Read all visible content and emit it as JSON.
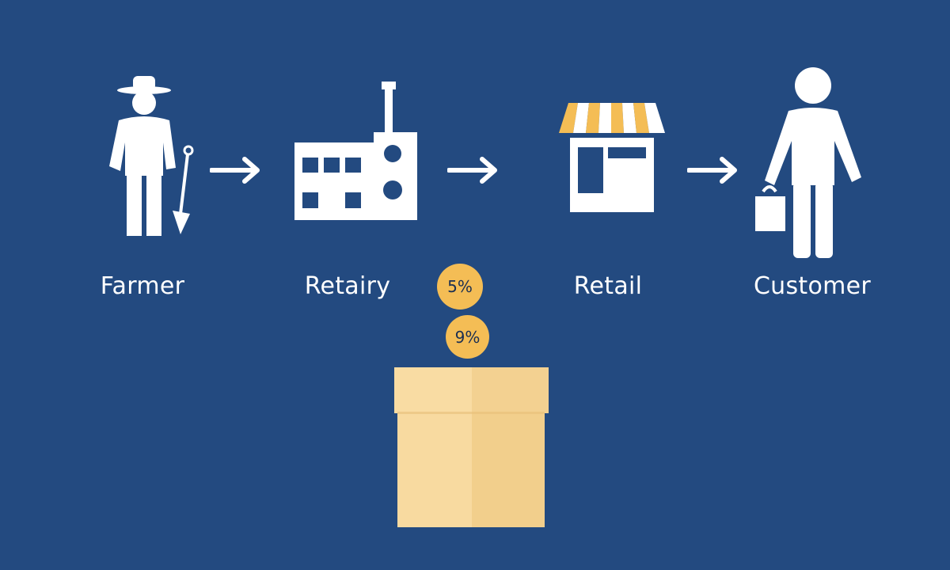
{
  "colors": {
    "background": "#234a80",
    "icon": "#ffffff",
    "accent": "#f4bd55",
    "box_light": "#f7dba0",
    "box_dark": "#f1cf8b"
  },
  "flow": {
    "nodes": [
      {
        "label": "Farmer",
        "icon": "farmer-icon"
      },
      {
        "label": "Retairy",
        "icon": "factory-icon"
      },
      {
        "label": "Retail",
        "icon": "store-icon"
      },
      {
        "label": "Customer",
        "icon": "customer-icon"
      }
    ],
    "arrows": [
      "arrow-right-icon",
      "arrow-right-icon",
      "arrow-right-icon"
    ]
  },
  "coins": [
    {
      "label": "5%"
    },
    {
      "label": "9%"
    }
  ],
  "box": {
    "icon": "cardboard-box-icon"
  }
}
